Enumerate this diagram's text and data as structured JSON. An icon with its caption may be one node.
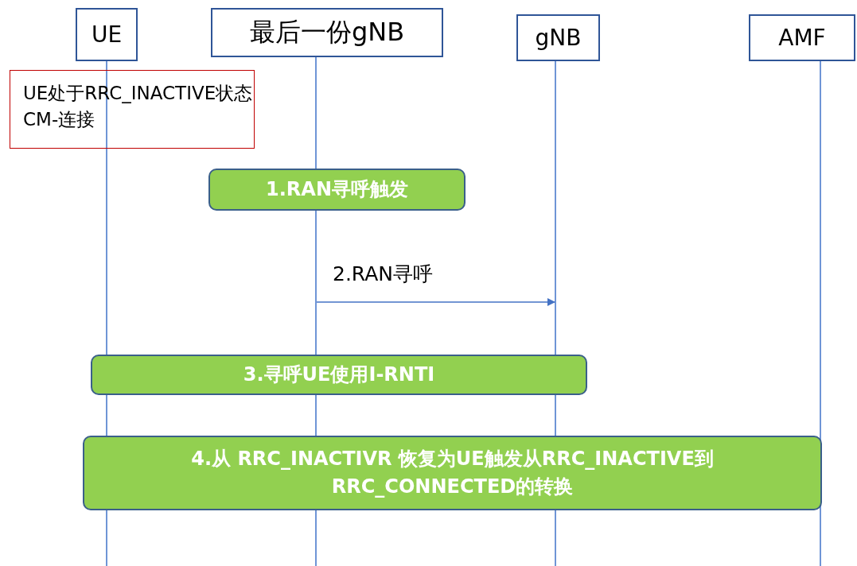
{
  "diagram": {
    "nodes": [
      {
        "text": [
          "UE"
        ]
      },
      {
        "text": [
          "最后一份gNB"
        ]
      },
      {
        "text": [
          "gNB"
        ]
      },
      {
        "text": [
          "AMF"
        ]
      },
      {
        "text": [
          "UE处于RRC_INACTIVE状态",
          "CM-连接"
        ]
      },
      {
        "text": [
          "1.RAN寻呼触发"
        ]
      },
      {
        "text": [
          "3.寻呼UE使用I-RNTI"
        ]
      },
      {
        "text": [
          "4.从 RRC_INACTIVR 恢复为UE触发从RRC_INACTIVE到RRC_CONNECTED的转换"
        ]
      },
      {
        "text": [],
        "shape": "line"
      },
      {
        "text": [],
        "shape": "line"
      },
      {
        "text": [],
        "shape": "line"
      },
      {
        "text": [],
        "shape": "line"
      }
    ],
    "edges": [
      {
        "from": 9,
        "to": 10,
        "arrow": "to",
        "label": "2.RAN寻呼"
      }
    ]
  }
}
